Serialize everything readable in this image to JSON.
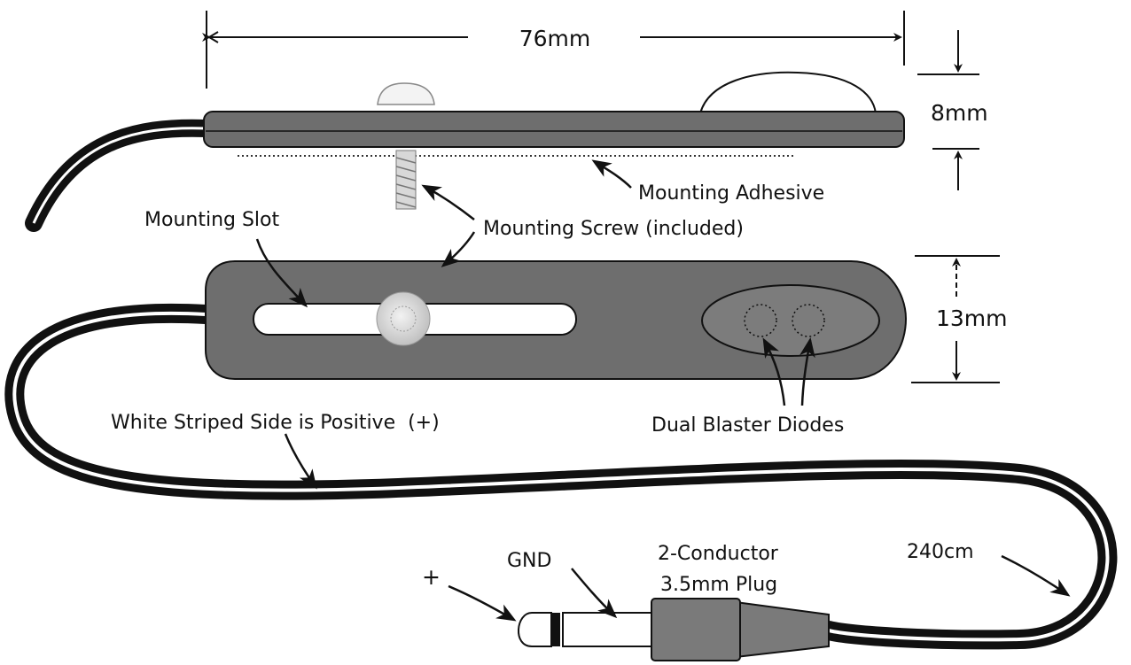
{
  "dimensions": {
    "length": "76mm",
    "thickness": "8mm",
    "width": "13mm",
    "cable_length": "240cm"
  },
  "labels": {
    "mounting_adhesive": "Mounting Adhesive",
    "mounting_screw": "Mounting Screw (included)",
    "mounting_slot": "Mounting Slot",
    "white_stripe": "White Striped Side is Positive  (+)",
    "dual_diodes": "Dual Blaster Diodes",
    "gnd": "GND",
    "plus": "+",
    "plug_line1": "2-Conductor",
    "plug_line2": "3.5mm Plug"
  },
  "colors": {
    "body_fill": "#6e6e6e",
    "ink": "#111111",
    "plug_fill": "#7a7a7a",
    "screw_fill": "#e6e6e6"
  }
}
